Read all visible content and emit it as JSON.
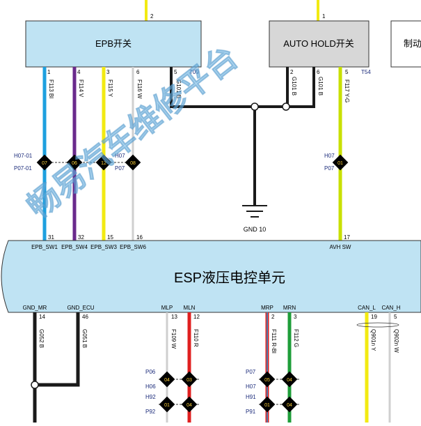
{
  "components": {
    "epb_switch": "EPB开关",
    "autohold_switch": "AUTO HOLD开关",
    "partial_switch": "制动",
    "esp_unit": "ESP液压电控单元"
  },
  "connectors": {
    "t09": "T09",
    "t54": "T54"
  },
  "upper_pins": {
    "epb_top": "2",
    "autohold_top": "1",
    "epb": [
      "1",
      "4",
      "3",
      "6",
      "5"
    ],
    "autohold": [
      "2",
      "6",
      "5"
    ]
  },
  "upper_wires": {
    "epb": [
      "F113 Bl",
      "F114 V",
      "F115 Y",
      "F116 W",
      "G101 B"
    ],
    "autohold": [
      "G101 B",
      "G101 B",
      "F117 Y-G"
    ]
  },
  "inline_connectors": {
    "left_top": "H07-01",
    "left_bottom": "P07-01",
    "mid_top": "H07",
    "mid_bottom": "P07",
    "right_top": "H07",
    "right_bottom": "P07",
    "upper_pins": [
      "07",
      "06",
      "12",
      "08",
      "01"
    ]
  },
  "ground": {
    "label": "GND 10"
  },
  "esp_upper_pins": [
    "31",
    "32",
    "15",
    "16",
    "17"
  ],
  "esp_upper_signals": [
    "EPB_SW1",
    "EPB_SW4",
    "EPB_SW3",
    "EPB_SW6",
    "AVH SW"
  ],
  "esp_lower_signals": [
    "GND_MR",
    "GND_ECU",
    "MLP",
    "MLN",
    "MRP",
    "MRN",
    "CAN_L",
    "CAN_H"
  ],
  "esp_lower_pins": [
    "14",
    "46",
    "13",
    "12",
    "2",
    "3",
    "19",
    "5"
  ],
  "lower_wires": [
    "G052 B",
    "G051 B",
    "F109 W",
    "F110 R",
    "F111 R-Bl",
    "F112 G",
    "Q901n Y",
    "Q902n W"
  ],
  "lower_inline": {
    "left_labels": [
      "P06",
      "H06",
      "H92",
      "P92"
    ],
    "right_labels": [
      "P07",
      "H07",
      "H91",
      "P91"
    ],
    "left_pins": [
      "04",
      "03",
      "01",
      "04"
    ],
    "right_pins": [
      "05",
      "04",
      "01",
      "04"
    ]
  },
  "watermark": "畅易汽车维修平台",
  "colors": {
    "box_blue": "#bfe3f3",
    "box_gray": "#d7d7d7",
    "wire_blue": "#1ea0df",
    "wire_violet": "#6a2a8c",
    "wire_yellow": "#f2ea12",
    "wire_white": "#cfcfcf",
    "wire_black": "#1a1a1a",
    "wire_red": "#e02020",
    "wire_green": "#1f9e3a",
    "wire_yg": "#c8e000",
    "label_blue": "#1a2a7a"
  }
}
